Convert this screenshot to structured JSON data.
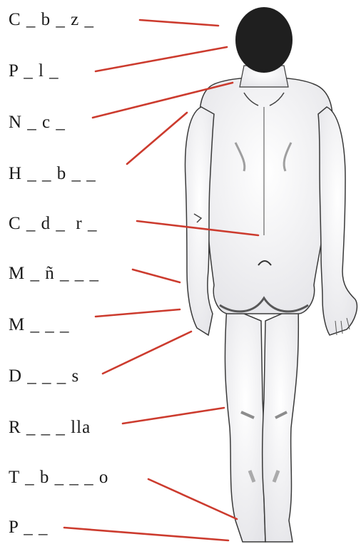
{
  "worksheet": {
    "labels": [
      "C _ b _ z _",
      "P _ l _",
      "N _ c _",
      "H _ _ b _ _",
      "C _ d _  r _",
      "M _ ñ _ _ _",
      "M _ _ _",
      "D _ _ _ s",
      "R _ _ _ lla",
      "T _ b _ _ _ o",
      "P _ _"
    ]
  },
  "colors": {
    "pointer_line": "#cc3b2e",
    "label_text": "#1a1a1a",
    "figure_fill": "#f2f2f4",
    "figure_outline": "#3a3a3a",
    "hair": "#1f1f1f"
  }
}
